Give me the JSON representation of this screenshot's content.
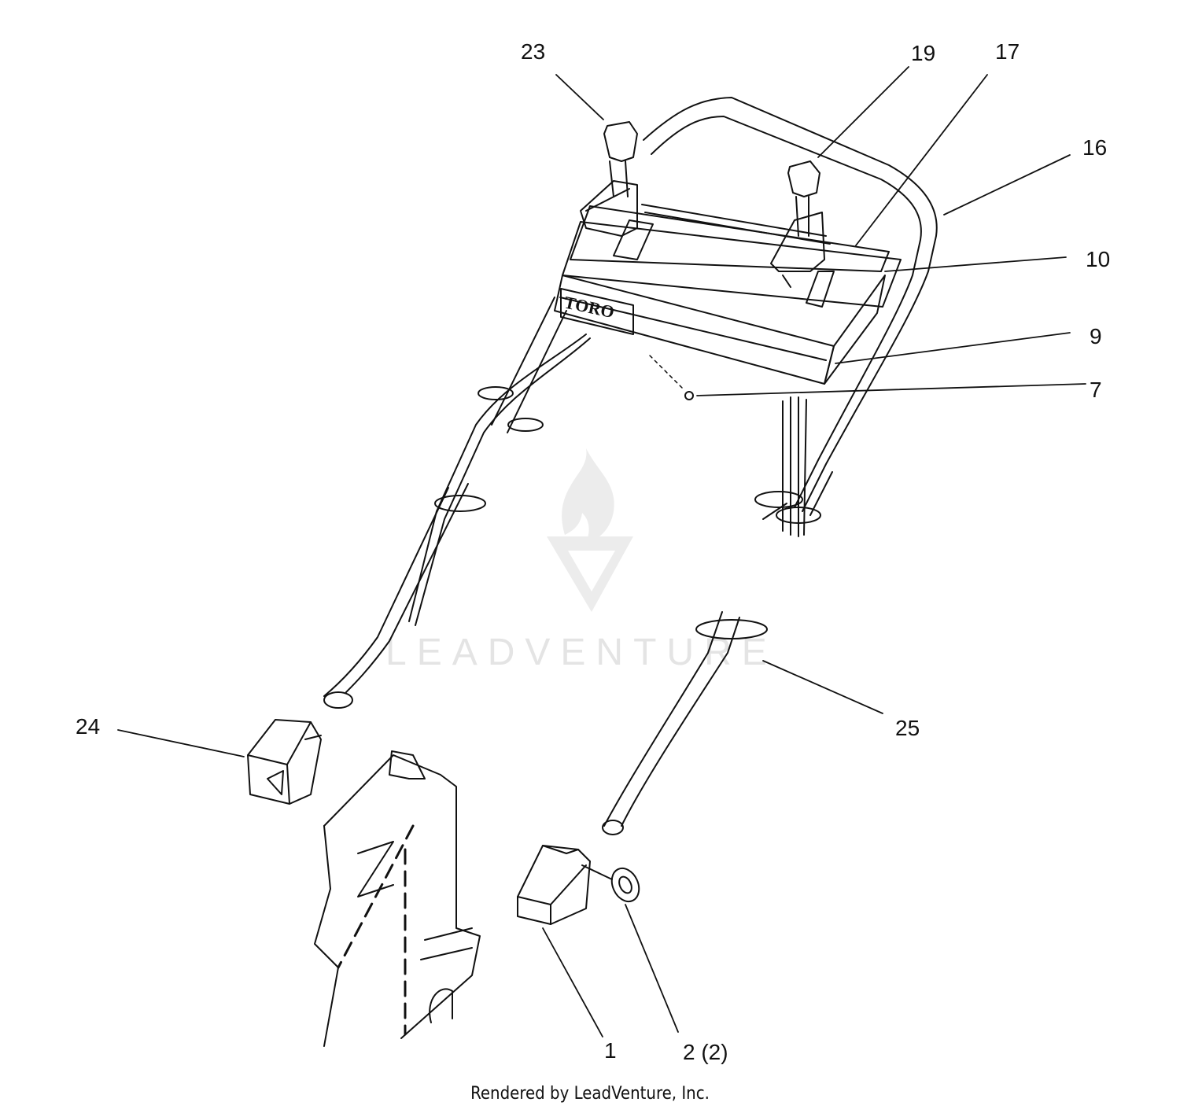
{
  "callouts": [
    {
      "id": "23",
      "text": "23"
    },
    {
      "id": "19",
      "text": "19"
    },
    {
      "id": "17",
      "text": "17"
    },
    {
      "id": "16",
      "text": "16"
    },
    {
      "id": "10",
      "text": "10"
    },
    {
      "id": "9",
      "text": "9"
    },
    {
      "id": "7",
      "text": "7"
    },
    {
      "id": "24",
      "text": "24"
    },
    {
      "id": "25",
      "text": "25"
    },
    {
      "id": "1",
      "text": "1"
    },
    {
      "id": "2",
      "text": "2 (2)"
    }
  ],
  "brand_decal": "TORO",
  "watermark": "LEADVENTURE",
  "footer": "Rendered by LeadVenture, Inc."
}
